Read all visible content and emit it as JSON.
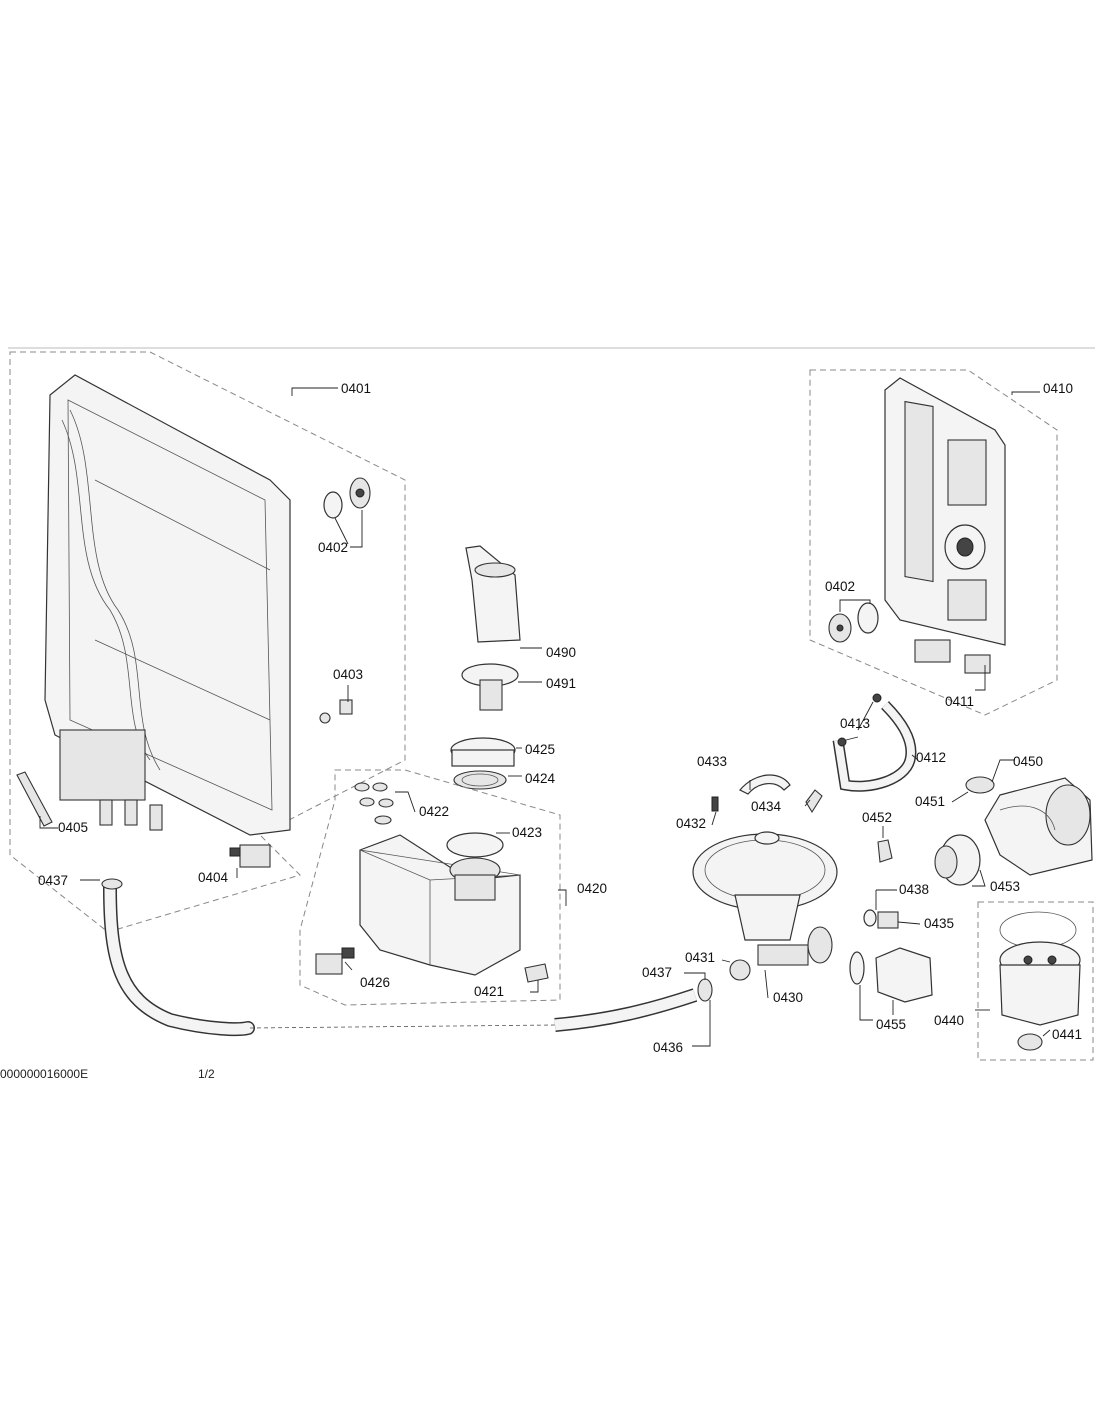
{
  "parts": {
    "p0401": "0401",
    "p0402a": "0402",
    "p0403": "0403",
    "p0404": "0404",
    "p0405": "0405",
    "p0437a": "0437",
    "p0490": "0490",
    "p0491": "0491",
    "p0425": "0425",
    "p0424": "0424",
    "p0422": "0422",
    "p0423": "0423",
    "p0420": "0420",
    "p0426": "0426",
    "p0421": "0421",
    "p0437b": "0437",
    "p0436": "0436",
    "p0433": "0433",
    "p0432": "0432",
    "p0434": "0434",
    "p0431": "0431",
    "p0430": "0430",
    "p0410": "0410",
    "p0402b": "0402",
    "p0411": "0411",
    "p0413": "0413",
    "p0412": "0412",
    "p0450": "0450",
    "p0451": "0451",
    "p0452": "0452",
    "p0453": "0453",
    "p0438": "0438",
    "p0435": "0435",
    "p0455": "0455",
    "p0440": "0440",
    "p0441": "0441"
  },
  "footer": {
    "code": "000000016000E",
    "page_ref": "1/2"
  }
}
